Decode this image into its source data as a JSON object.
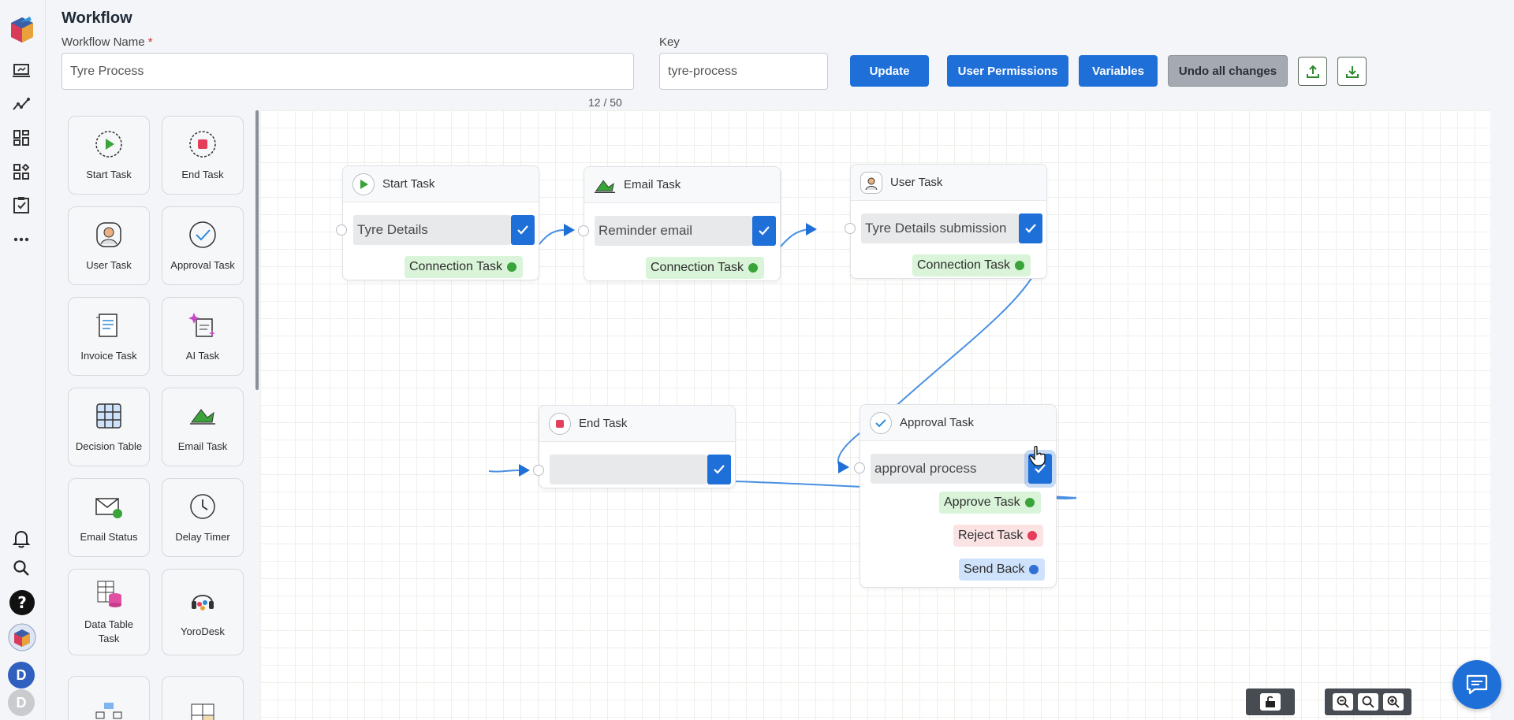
{
  "header": {
    "title": "Workflow",
    "name_label": "Workflow Name",
    "required_mark": "*",
    "name_value": "Tyre Process",
    "char_counter": "12 / 50",
    "key_label": "Key",
    "key_value": "tyre-process"
  },
  "toolbar": {
    "update": "Update",
    "user_permissions": "User Permissions",
    "variables": "Variables",
    "undo_all": "Undo all changes",
    "upload_icon": "upload-icon",
    "download_icon": "download-icon"
  },
  "palette": {
    "items": [
      {
        "label": "Start Task",
        "icon": "start-task-icon"
      },
      {
        "label": "End Task",
        "icon": "end-task-icon"
      },
      {
        "label": "User Task",
        "icon": "user-task-icon"
      },
      {
        "label": "Approval Task",
        "icon": "approval-task-icon"
      },
      {
        "label": "Invoice Task",
        "icon": "invoice-task-icon"
      },
      {
        "label": "AI Task",
        "icon": "ai-task-icon"
      },
      {
        "label": "Decision Table",
        "icon": "decision-table-icon"
      },
      {
        "label": "Email Task",
        "icon": "email-task-icon"
      },
      {
        "label": "Email Status",
        "icon": "email-status-icon"
      },
      {
        "label": "Delay Timer",
        "icon": "delay-timer-icon"
      },
      {
        "label": "Data Table Task",
        "icon": "data-table-icon"
      },
      {
        "label": "YoroDesk",
        "icon": "yorodesk-icon"
      }
    ]
  },
  "nodes": {
    "start": {
      "title": "Start Task",
      "field": "Tyre Details",
      "output": "Connection Task"
    },
    "email": {
      "title": "Email Task",
      "field": "Reminder email",
      "output": "Connection Task"
    },
    "user": {
      "title": "User Task",
      "field": "Tyre Details submission",
      "output": "Connection Task"
    },
    "end": {
      "title": "End Task",
      "field": ""
    },
    "approval": {
      "title": "Approval Task",
      "field": "approval process",
      "approve": "Approve Task",
      "reject": "Reject Task",
      "send_back": "Send Back"
    }
  },
  "colors": {
    "accent": "#1f6fd8",
    "edge": "#4a90e2",
    "approve": "#3aa33a",
    "reject": "#e53e5a",
    "send_back": "#2f6fd6"
  },
  "avatars": {
    "primary": "D",
    "secondary": "D"
  }
}
